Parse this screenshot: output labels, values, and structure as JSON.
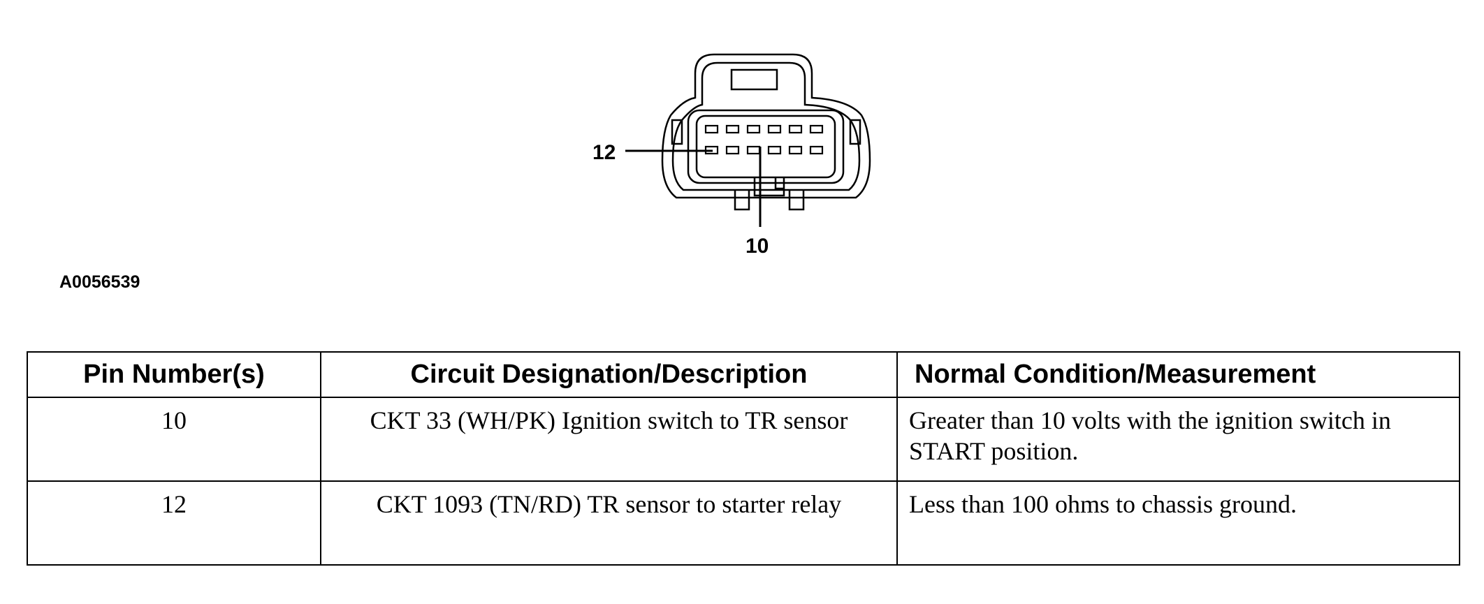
{
  "figure": {
    "id": "A0056539",
    "callouts": [
      "12",
      "10"
    ]
  },
  "table": {
    "headers": [
      "Pin Number(s)",
      "Circuit Designation/Description",
      "Normal Condition/Measurement"
    ],
    "rows": [
      {
        "pin": "10",
        "circuit": "CKT 33 (WH/PK) Ignition switch to TR sensor",
        "condition": "Greater than 10 volts with the ignition switch in START position."
      },
      {
        "pin": "12",
        "circuit": "CKT 1093 (TN/RD) TR sensor to starter relay",
        "condition": "Less than 100 ohms to chassis ground."
      }
    ]
  }
}
